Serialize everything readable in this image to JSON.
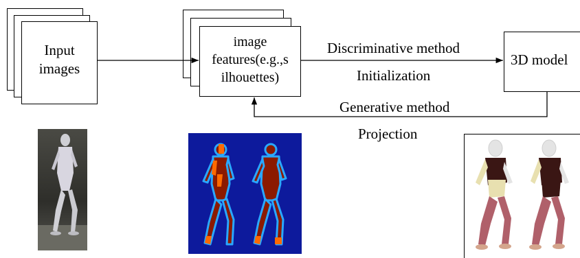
{
  "nodes": {
    "input": {
      "label": "Input\nimages"
    },
    "features": {
      "label": "image\nfeatures(e.g.,s\nilhouettes)"
    },
    "model": {
      "label": "3D model"
    }
  },
  "edges": {
    "discriminative": {
      "label": "Discriminative method"
    },
    "initialization": {
      "label": "Initialization"
    },
    "generative": {
      "label": "Generative method"
    },
    "projection": {
      "label": "Projection"
    }
  },
  "colors": {
    "heatmap_background": "#0d1a9c",
    "heatmap_body": "#8b1a00",
    "heatmap_highlight": "#ff6a00",
    "heatmap_outline": "#2aa8ff",
    "photo_background": "#3a3a36",
    "model_shirt": "#3a1614",
    "model_shorts": "#e8e0b0",
    "model_legs": "#b0606a",
    "model_skin": "#e4e4e4"
  }
}
